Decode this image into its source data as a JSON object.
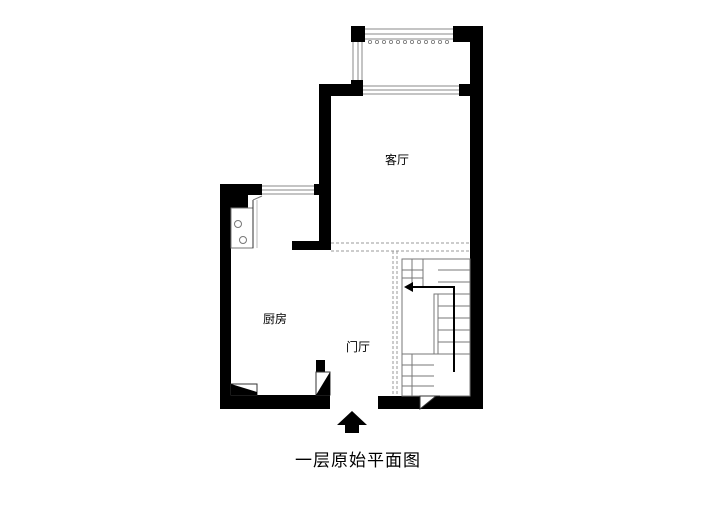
{
  "labels": {
    "living_room": "客厅",
    "kitchen": "厨房",
    "entrance_hall": "门厅"
  },
  "title": "一层原始平面图",
  "icons": {
    "entrance": "up-arrow-icon",
    "stair_direction": "left-arrow-icon"
  },
  "colors": {
    "wall": "#000000",
    "background": "#ffffff",
    "dashed_line": "#999999",
    "window": "#888888"
  }
}
